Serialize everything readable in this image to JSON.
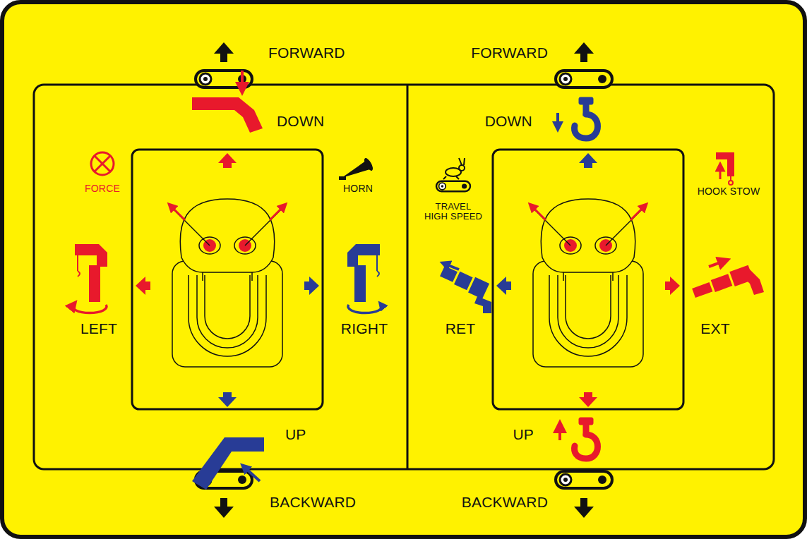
{
  "diagram": {
    "labels": [
      "FORWARD",
      "FORWARD",
      "DOWN",
      "FORCE",
      "HORN",
      "TRAVEL HIGH SPEED",
      "DOWN",
      "HOOK STOW",
      "LEFT",
      "RIGHT",
      "RET",
      "EXT",
      "UP",
      "UP",
      "BACKWARD",
      "BACKWARD"
    ]
  }
}
